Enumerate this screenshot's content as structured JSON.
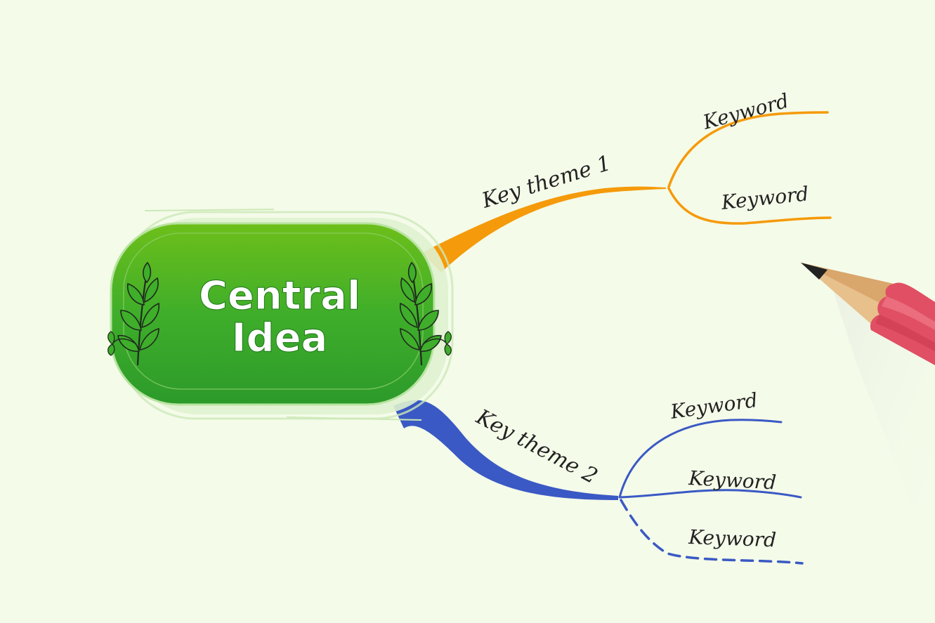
{
  "central": {
    "line1": "Central",
    "line2": "Idea"
  },
  "branches": [
    {
      "label": "Key theme 1",
      "color": "#f59a0a",
      "keywords": [
        {
          "label": "Keyword",
          "style": "solid"
        },
        {
          "label": "Keyword",
          "style": "solid"
        }
      ]
    },
    {
      "label": "Key theme 2",
      "color": "#3a59c4",
      "keywords": [
        {
          "label": "Keyword",
          "style": "solid"
        },
        {
          "label": "Keyword",
          "style": "solid"
        },
        {
          "label": "Keyword",
          "style": "dashed"
        }
      ]
    }
  ],
  "colors": {
    "background": "#f4fbe9",
    "central_fill": "#3fae2a",
    "pencil_body": "#e04f63",
    "pencil_wood": "#d9a66c"
  },
  "icons": [
    "leaf-sprig-icon",
    "pencil-icon"
  ]
}
